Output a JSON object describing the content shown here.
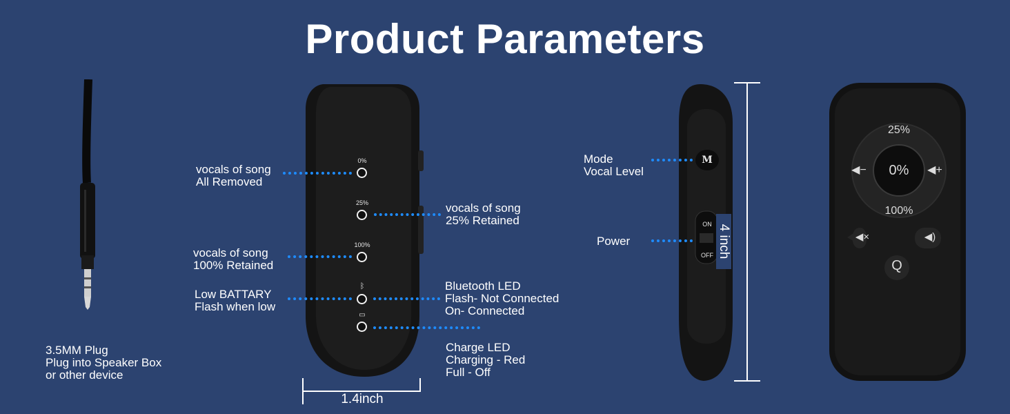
{
  "title": "Product Parameters",
  "plug": {
    "label": "3.5MM Plug\nPlug into Speaker Box\nor other device"
  },
  "device_front": {
    "led_0": "0%",
    "led_25": "25%",
    "led_100": "100%",
    "width_label": "1.4inch",
    "labels": {
      "vocals_removed": "vocals of song\nAll Removed",
      "vocals_25": "vocals of song\n25% Retained",
      "vocals_100": "vocals of song\n100% Retained",
      "low_battery": "Low BATTARY\nFlash when low",
      "bluetooth": "Bluetooth LED\nFlash- Not Connected\nOn- Connected",
      "charge": "Charge LED\nCharging - Red\nFull - Off"
    }
  },
  "device_side": {
    "mode_button": "M",
    "switch_on": "ON",
    "switch_off": "OFF",
    "height_label": "4 inch",
    "labels": {
      "mode": "Mode\nVocal Level",
      "power": "Power"
    }
  },
  "remote": {
    "top_label": "25%",
    "center_label": "0%",
    "bottom_label": "100%",
    "q_button": "Q",
    "icons": [
      "volume-down-icon",
      "volume-up-icon",
      "mute-icon",
      "speaker-loud-icon"
    ]
  },
  "colors": {
    "background": "#2c4370",
    "dots": "#1e8cff",
    "device": "#151515"
  }
}
